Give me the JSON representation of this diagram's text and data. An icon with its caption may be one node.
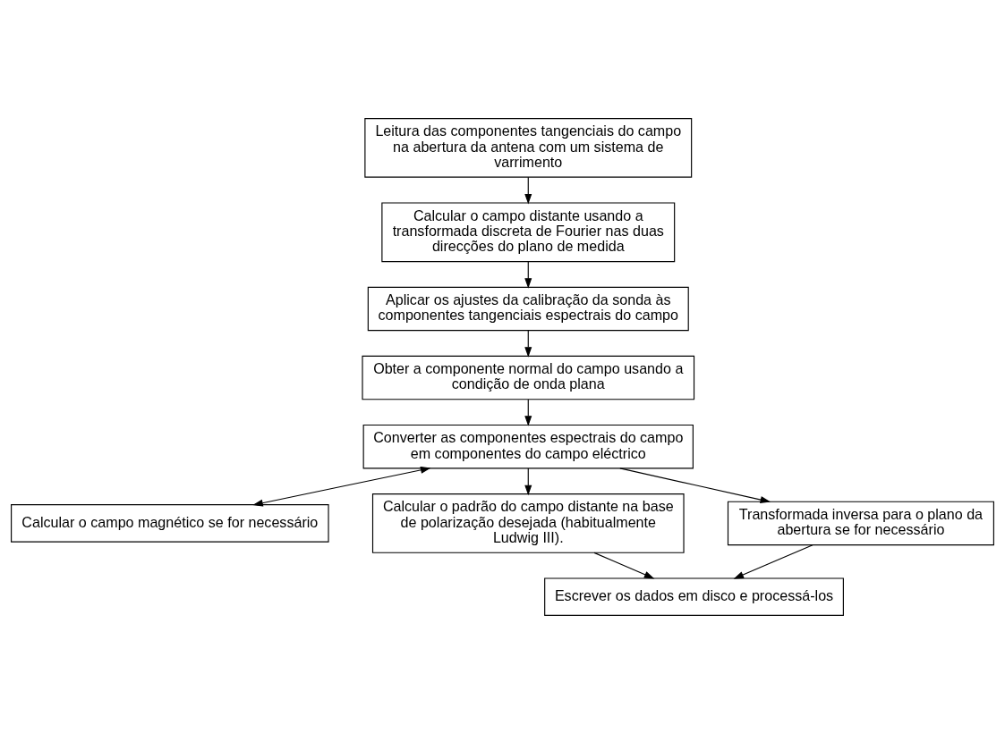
{
  "diagram": {
    "nodes": [
      {
        "text": [
          "Leitura das componentes tangenciais do campo na abertura da antena com um sistema de varrimento"
        ]
      },
      {
        "text": [
          "Calcular o campo distante usando a transformada discreta de Fourier nas duas direcções do plano de medida"
        ]
      },
      {
        "text": [
          "Aplicar os ajustes da calibração da sonda às componentes tangenciais espectrais do campo"
        ]
      },
      {
        "text": [
          "Obter a componente normal do campo usando a condição de onda plana"
        ]
      },
      {
        "text": [
          "Converter as componentes espectrais do campo em componentes do campo eléctrico"
        ]
      },
      {
        "text": [
          "Calcular o campo magnético se for necessário"
        ]
      },
      {
        "text": [
          "Calcular o padrão do campo distante na base de polarização desejada (habitualmente Ludwig III)."
        ]
      },
      {
        "text": [
          "Transformada inversa para o plano da abertura se for necessário"
        ]
      },
      {
        "text": [
          "Escrever os dados em disco e processá-los"
        ]
      }
    ],
    "edges": [
      {
        "from": 0,
        "to": 1,
        "arrow": "to"
      },
      {
        "from": 1,
        "to": 2,
        "arrow": "to"
      },
      {
        "from": 2,
        "to": 3,
        "arrow": "to"
      },
      {
        "from": 3,
        "to": 4,
        "arrow": "to"
      },
      {
        "from": 4,
        "to": 5,
        "arrow": "both"
      },
      {
        "from": 4,
        "to": 6,
        "arrow": "to"
      },
      {
        "from": 4,
        "to": 7,
        "arrow": "to"
      },
      {
        "from": 6,
        "to": 8,
        "arrow": "to"
      },
      {
        "from": 7,
        "to": 8,
        "arrow": "to"
      }
    ]
  }
}
